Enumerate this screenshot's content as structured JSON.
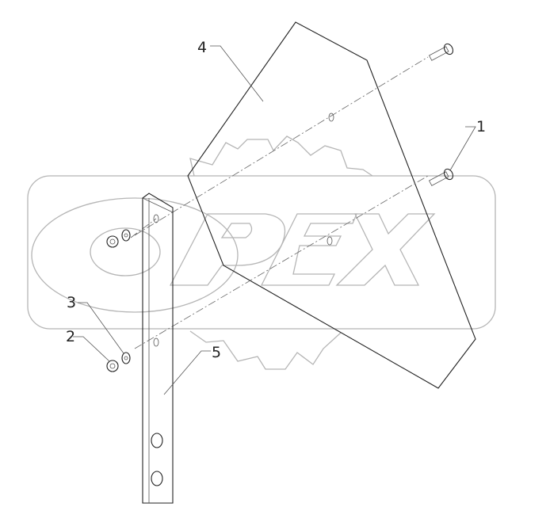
{
  "watermark": {
    "logo_text": "OPEX",
    "color": "#b5b5b5"
  },
  "callouts": [
    {
      "number": "1",
      "part": "bolt"
    },
    {
      "number": "2",
      "part": "nut"
    },
    {
      "number": "3",
      "part": "washer"
    },
    {
      "number": "4",
      "part": "shield-plate"
    },
    {
      "number": "5",
      "part": "bracket-bar"
    }
  ]
}
